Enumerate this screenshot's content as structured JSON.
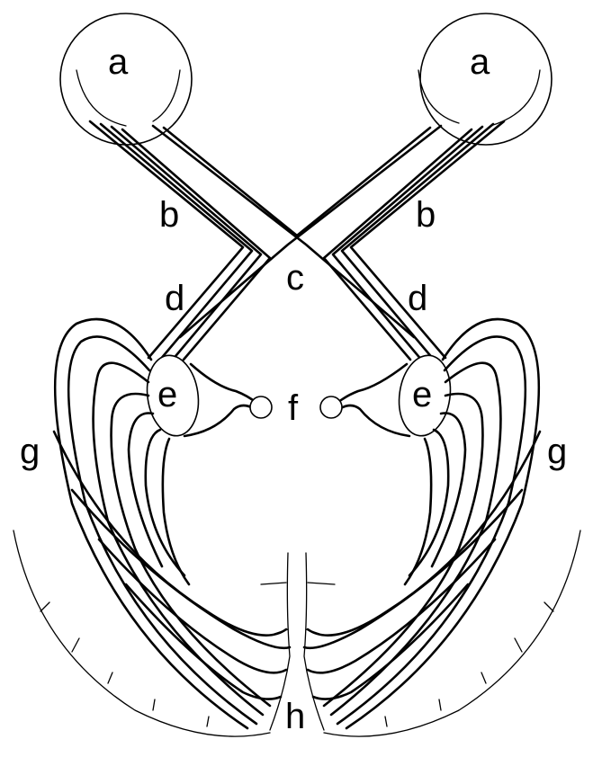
{
  "labels": {
    "a_left": "a",
    "a_right": "a",
    "b_left": "b",
    "b_right": "b",
    "c": "c",
    "d_left": "d",
    "d_right": "d",
    "e_left": "e",
    "e_right": "e",
    "f": "f",
    "g_left": "g",
    "g_right": "g",
    "h": "h"
  }
}
